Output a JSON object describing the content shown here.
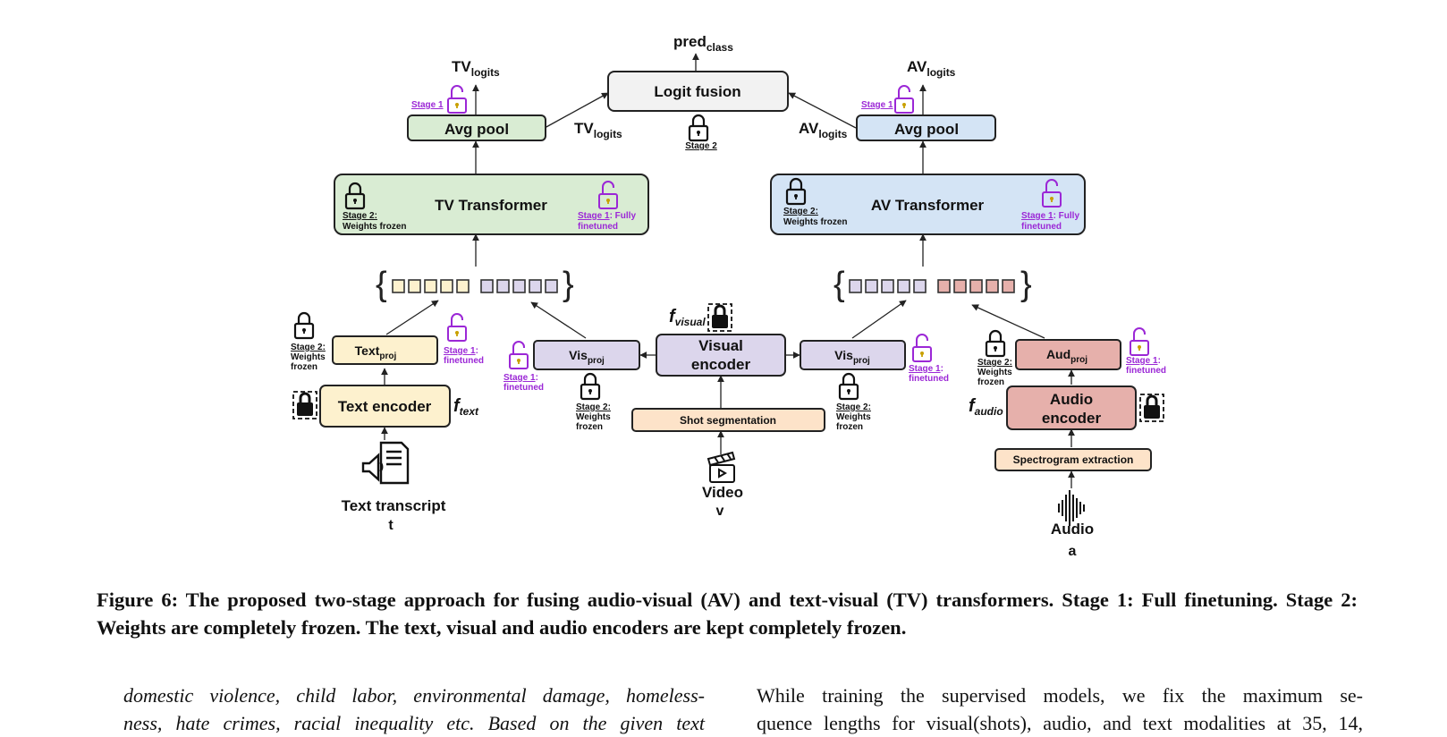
{
  "figure": {
    "pred_label": "pred",
    "pred_sub": "class",
    "logit_fusion": "Logit fusion",
    "stage2_center": "Stage 2",
    "tv_logits": "TV",
    "av_logits": "AV",
    "logits_sub": "logits",
    "avg_pool": "Avg pool",
    "stage1": "Stage 1",
    "tv_transformer": "TV Transformer",
    "av_transformer": "AV Transformer",
    "stage2_label": "Stage 2:",
    "weights_frozen": "Weights frozen",
    "stage1_label": "Stage 1",
    "fully": ": Fully",
    "finetuned_word": "finetuned",
    "colon_only": ":",
    "weights": "Weights",
    "frozen": "frozen",
    "text_proj": "Text",
    "vis_proj": "Vis",
    "aud_proj": "Aud",
    "proj_sub": "proj",
    "text_encoder": "Text encoder",
    "visual_encoder_1": "Visual",
    "visual_encoder_2": "encoder",
    "audio_encoder_1": "Audio",
    "audio_encoder_2": "encoder",
    "f": "f",
    "f_text_sub": "text",
    "f_visual_sub": "visual",
    "f_audio_sub": "audio",
    "shot_segmentation": "Shot segmentation",
    "spectrogram_extraction": "Spectrogram extraction",
    "text_transcript": "Text transcript",
    "t": "t",
    "video": "Video",
    "v": "v",
    "audio": "Audio",
    "a": "a",
    "colors": {
      "green": "#d9ecd3",
      "blue": "#d4e4f5",
      "yellow": "#fdf1ce",
      "lavender": "#dcd6ec",
      "red": "#e6b0ab",
      "peach": "#fde3c9",
      "gray": "#f2f2f2",
      "purple": "#9b27d6"
    }
  },
  "caption": "Figure 6: The proposed two-stage approach for fusing audio-visual (AV) and text-visual (TV) transformers. Stage 1: Full finetuning. Stage 2: Weights are completely frozen. The text, visual and audio encoders are kept completely frozen.",
  "body_left": [
    "domestic violence, child labor, environmental damage, homeless-",
    "ness, hate crimes, racial inequality etc. Based on the given text"
  ],
  "body_right": [
    "While training the supervised models, we fix the maximum se-",
    "quence lengths for visual(shots), audio, and text modalities at 35, 14,"
  ]
}
